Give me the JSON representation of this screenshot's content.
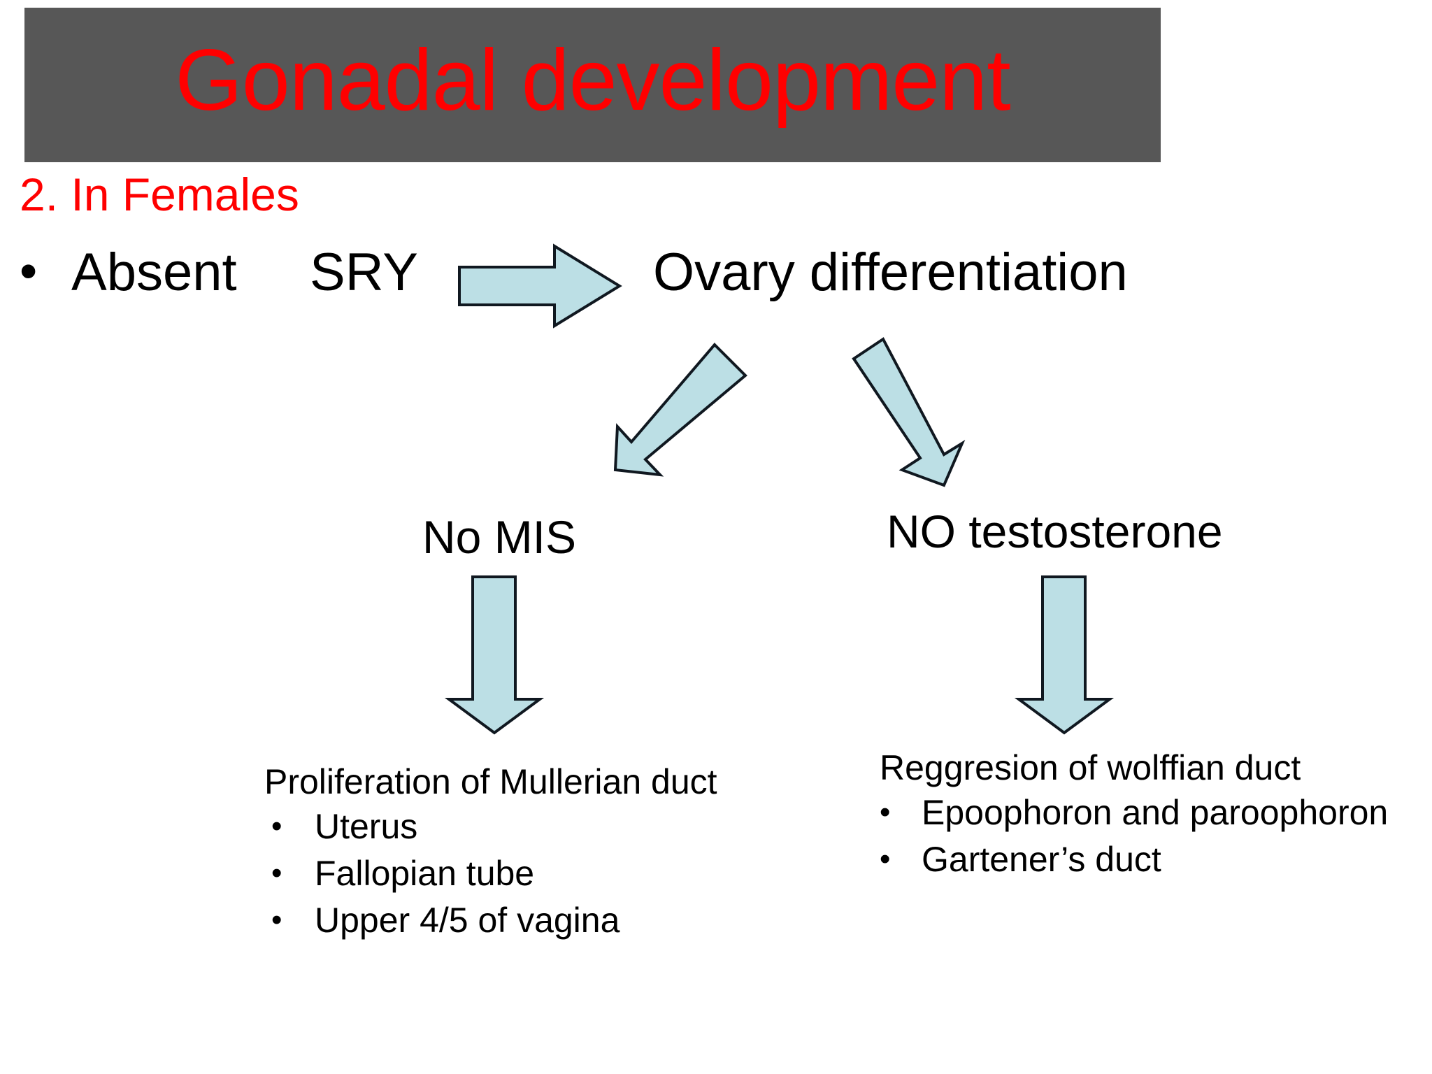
{
  "slide": {
    "title": "Gonadal development",
    "section_heading": "2. In Females",
    "title_bar_color": "#575757",
    "title_color": "#ff0000",
    "heading_color": "#ff0000",
    "body_color": "#000000",
    "arrow_fill": "#bcdfe5",
    "arrow_stroke": "#101820",
    "background": "#ffffff"
  },
  "flow": {
    "row1": {
      "bullet": "•",
      "condition": "Absent",
      "gene": "SRY",
      "arrow_icon": "right-arrow-icon",
      "outcome": "Ovary differentiation"
    },
    "branches": [
      {
        "arrow_icon": "down-left-arrow-icon",
        "label": "No MIS",
        "down_arrow_icon": "down-arrow-icon",
        "result_heading": "Proliferation of Mullerian duct",
        "result_items": [
          "Uterus",
          "Fallopian tube",
          "Upper 4/5 of vagina"
        ]
      },
      {
        "arrow_icon": "down-right-arrow-icon",
        "label": "NO testosterone",
        "down_arrow_icon": "down-arrow-icon",
        "result_heading": "Reggresion of wolffian duct",
        "result_items": [
          "Epoophoron and paroophoron",
          "Gartener’s duct"
        ]
      }
    ]
  },
  "bullets": {
    "glyph": "•"
  }
}
